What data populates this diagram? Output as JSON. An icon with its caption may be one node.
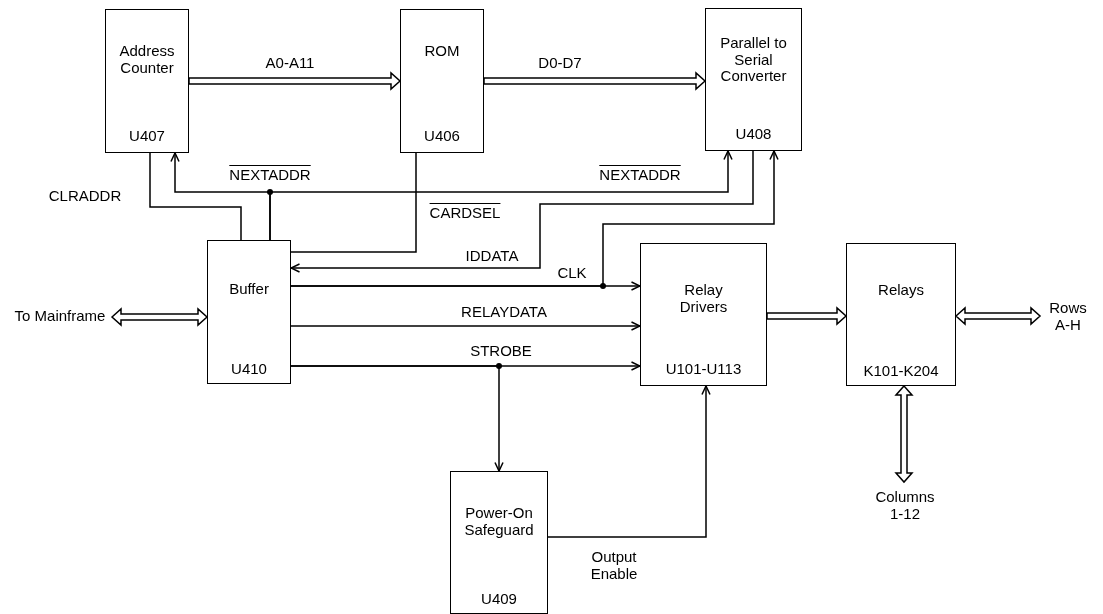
{
  "diagram": {
    "nodes": [
      {
        "text": [
          "Address Counter",
          "U407"
        ]
      },
      {
        "text": [
          "ROM",
          "U406"
        ]
      },
      {
        "text": [
          "Parallel to Serial Converter",
          "U408"
        ]
      },
      {
        "text": [
          "Buffer",
          "U410"
        ]
      },
      {
        "text": [
          "Relay Drivers",
          "U101-U113"
        ]
      },
      {
        "text": [
          "Relays",
          "K101-K204"
        ]
      },
      {
        "text": [
          "Power-On Safeguard",
          "U409"
        ]
      },
      {
        "text": [
          "To Mainframe"
        ]
      },
      {
        "text": [
          "Rows A-H"
        ]
      },
      {
        "text": [
          "Columns 1-12"
        ]
      }
    ],
    "edges": [
      {
        "from": 0,
        "to": 1,
        "arrow": "to",
        "label": "A0-A11",
        "style": "thick"
      },
      {
        "from": 1,
        "to": 2,
        "arrow": "to",
        "label": "D0-D7",
        "style": "thick"
      },
      {
        "from": 3,
        "to": 0,
        "arrow": "to",
        "label": "NEXTADDR"
      },
      {
        "from": 3,
        "to": 2,
        "arrow": "to",
        "label": "NEXTADDR"
      },
      {
        "from": 0,
        "to": 3,
        "arrow": "none",
        "label": "CLRADDR"
      },
      {
        "from": 1,
        "to": 3,
        "arrow": "none",
        "label": "CARDSEL"
      },
      {
        "from": 2,
        "to": 3,
        "arrow": "to",
        "label": "IDDATA"
      },
      {
        "from": 3,
        "to": 4,
        "arrow": "to",
        "label": "CLK"
      },
      {
        "from": 3,
        "to": 2,
        "arrow": "to"
      },
      {
        "from": 3,
        "to": 4,
        "arrow": "to",
        "label": "RELAYDATA"
      },
      {
        "from": 3,
        "to": 4,
        "arrow": "to",
        "label": "STROBE"
      },
      {
        "from": 3,
        "to": 6,
        "arrow": "to"
      },
      {
        "from": 6,
        "to": 4,
        "arrow": "to",
        "label": "Output Enable"
      },
      {
        "from": 7,
        "to": 3,
        "arrow": "both",
        "style": "thick"
      },
      {
        "from": 4,
        "to": 5,
        "arrow": "to",
        "style": "thick"
      },
      {
        "from": 5,
        "to": 8,
        "arrow": "both",
        "style": "thick"
      },
      {
        "from": 5,
        "to": 9,
        "arrow": "both",
        "style": "thick"
      }
    ]
  }
}
